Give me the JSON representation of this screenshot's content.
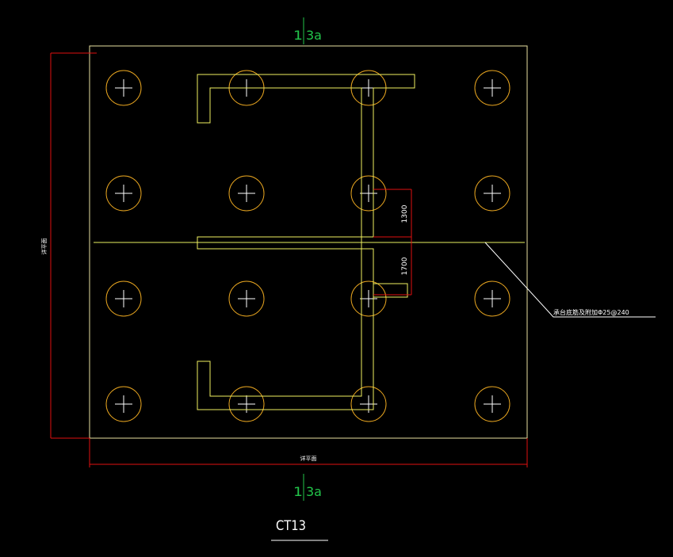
{
  "section_marks": {
    "top": "1-3a",
    "bottom": "1-3a"
  },
  "section_mark_parts": {
    "number": "1",
    "letter": "3a"
  },
  "dimensions": {
    "upper": "1300",
    "lower": "1700",
    "bottom_span": "详平面",
    "left_span": "详平面"
  },
  "annotation": "承台底筋及附加Φ25@240",
  "drawing_title": "CT13",
  "colors": {
    "outline": "#e8e0a0",
    "pile": "#e9a620",
    "wall": "#f0f060",
    "dimension": "#e01010",
    "leader": "#ffffff",
    "section": "#22c44a"
  },
  "pile_grid": {
    "rows": 4,
    "cols": 4
  }
}
